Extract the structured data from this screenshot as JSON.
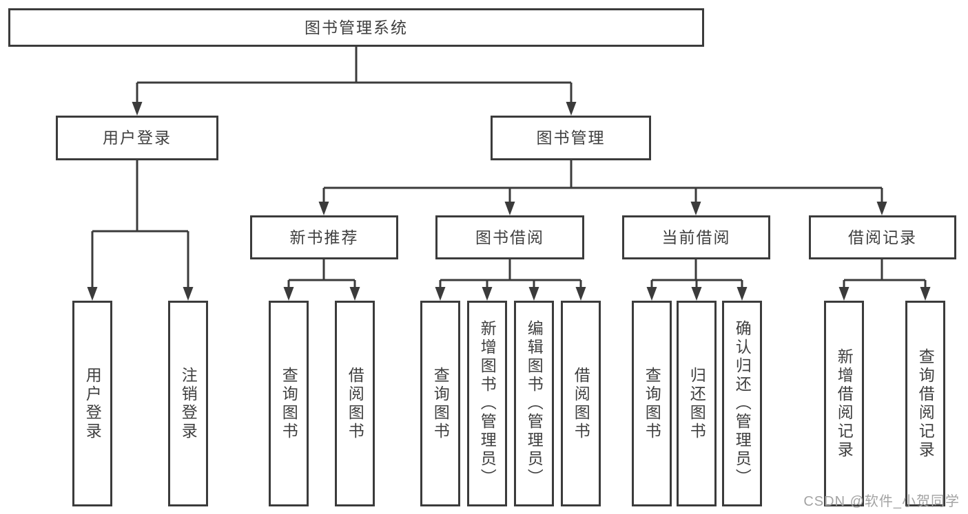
{
  "diagram": {
    "type": "hierarchy-tree",
    "colors": {
      "line": "#3b3b3b",
      "box_border": "#3b3b3b",
      "box_fill": "#ffffff",
      "label_text": "#3f3f3f",
      "watermark_text": "#a3a3a3",
      "background": "#ffffff"
    },
    "tree": {
      "root": {
        "label": "图书管理系统"
      },
      "branches": [
        {
          "label": "用户登录",
          "children": [
            {
              "label": "用户登录"
            },
            {
              "label": "注销登录"
            }
          ]
        },
        {
          "label": "图书管理",
          "children": [
            {
              "label": "新书推荐",
              "children": [
                {
                  "label": "查询图书"
                },
                {
                  "label": "借阅图书"
                }
              ]
            },
            {
              "label": "图书借阅",
              "children": [
                {
                  "label": "查询图书"
                },
                {
                  "label": "新增图书（管理员）"
                },
                {
                  "label": "编辑图书（管理员）"
                },
                {
                  "label": "借阅图书"
                }
              ]
            },
            {
              "label": "当前借阅",
              "children": [
                {
                  "label": "查询图书"
                },
                {
                  "label": "归还图书"
                },
                {
                  "label": "确认归还（管理员）"
                }
              ]
            },
            {
              "label": "借阅记录",
              "children": [
                {
                  "label": "新增借阅记录"
                },
                {
                  "label": "查询借阅记录"
                }
              ]
            }
          ]
        }
      ]
    },
    "watermark": {
      "text": "CSDN @软件_小贺同学"
    }
  }
}
